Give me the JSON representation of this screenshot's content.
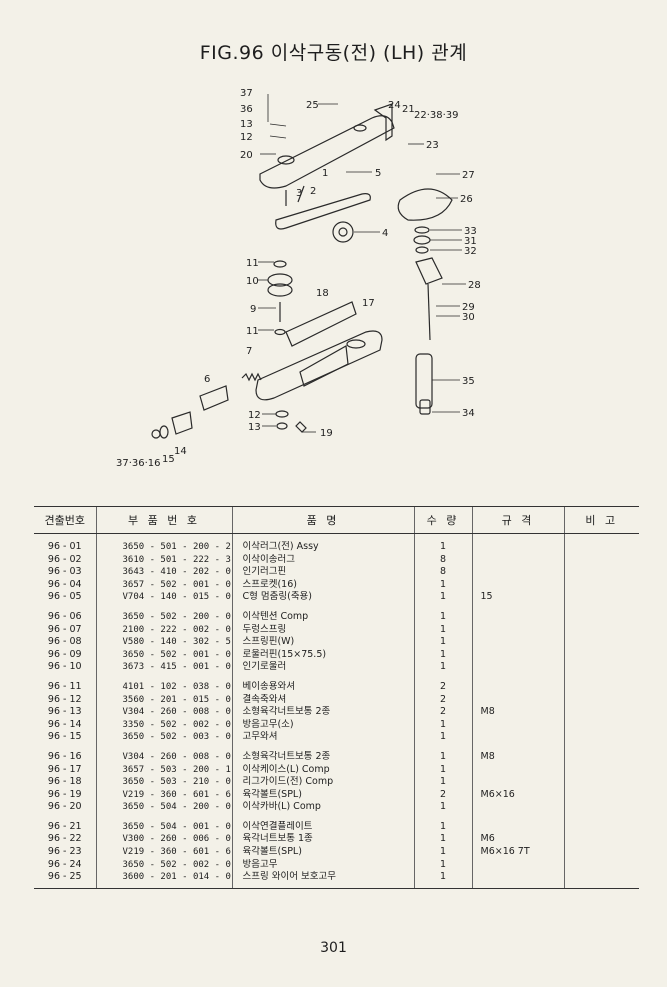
{
  "title": "FIG.96 이삭구동(전) (LH) 관계",
  "diagram": {
    "labels": [
      "37",
      "36",
      "13",
      "12",
      "20",
      "25",
      "24",
      "21",
      "22·38·39",
      "23",
      "5",
      "27",
      "26",
      "1",
      "3",
      "2",
      "4",
      "33",
      "31",
      "32",
      "11",
      "10",
      "28",
      "9",
      "18",
      "17",
      "29",
      "30",
      "11",
      "7",
      "6",
      "35",
      "12",
      "13",
      "19",
      "34",
      "37·36·16",
      "15",
      "14"
    ]
  },
  "table": {
    "headers": [
      "견출번호",
      "부 품 번 호",
      "품 명",
      "수 량",
      "규 격",
      "비 고"
    ],
    "groups": [
      [
        {
          "no": "96 - 01",
          "code": "3650 - 501 - 200 - 2",
          "name": "이삭러그(전) Assy",
          "qty": "1",
          "spec": ""
        },
        {
          "no": "96 - 02",
          "code": "3610 - 501 - 222 - 3",
          "name": "이삭이송러그",
          "qty": "8",
          "spec": ""
        },
        {
          "no": "96 - 03",
          "code": "3643 - 410 - 202 - 0",
          "name": "인기러그핀",
          "qty": "8",
          "spec": ""
        },
        {
          "no": "96 - 04",
          "code": "3657 - 502 - 001 - 0",
          "name": "스프로켓(16)",
          "qty": "1",
          "spec": ""
        },
        {
          "no": "96 - 05",
          "code": "V704 - 140 - 015 - 0",
          "name": "C형 멈춤링(축용)",
          "qty": "1",
          "spec": "15"
        }
      ],
      [
        {
          "no": "96 - 06",
          "code": "3650 - 502 - 200 - 0",
          "name": "이삭텐션 Comp",
          "qty": "1",
          "spec": ""
        },
        {
          "no": "96 - 07",
          "code": "2100 - 222 - 002 - 0",
          "name": "두렁스프링",
          "qty": "1",
          "spec": ""
        },
        {
          "no": "96 - 08",
          "code": "V580 - 140 - 302 - 5",
          "name": "스프링핀(W)",
          "qty": "1",
          "spec": ""
        },
        {
          "no": "96 - 09",
          "code": "3650 - 502 - 001 - 0",
          "name": "로울러핀(15×75.5)",
          "qty": "1",
          "spec": ""
        },
        {
          "no": "96 - 10",
          "code": "3673 - 415 - 001 - 0",
          "name": "인기로울러",
          "qty": "1",
          "spec": ""
        }
      ],
      [
        {
          "no": "96 - 11",
          "code": "4101 - 102 - 038 - 0",
          "name": "베이송용와셔",
          "qty": "2",
          "spec": ""
        },
        {
          "no": "96 - 12",
          "code": "3560 - 201 - 015 - 0",
          "name": "결속축와셔",
          "qty": "2",
          "spec": ""
        },
        {
          "no": "96 - 13",
          "code": "V304 - 260 - 008 - 0",
          "name": "소형육각너트보통 2종",
          "qty": "2",
          "spec": "M8"
        },
        {
          "no": "96 - 14",
          "code": "3350 - 502 - 002 - 0",
          "name": "방음고무(소)",
          "qty": "1",
          "spec": ""
        },
        {
          "no": "96 - 15",
          "code": "3650 - 502 - 003 - 0",
          "name": "고무와셔",
          "qty": "1",
          "spec": ""
        }
      ],
      [
        {
          "no": "96 - 16",
          "code": "V304 - 260 - 008 - 0",
          "name": "소형육각너트보통 2종",
          "qty": "1",
          "spec": "M8"
        },
        {
          "no": "96 - 17",
          "code": "3657 - 503 - 200 - 1",
          "name": "이삭케이스(L) Comp",
          "qty": "1",
          "spec": ""
        },
        {
          "no": "96 - 18",
          "code": "3650 - 503 - 210 - 0",
          "name": "리그가이드(전) Comp",
          "qty": "1",
          "spec": ""
        },
        {
          "no": "96 - 19",
          "code": "V219 - 360 - 601 - 6",
          "name": "육각볼트(SPL)",
          "qty": "2",
          "spec": "M6×16"
        },
        {
          "no": "96 - 20",
          "code": "3650 - 504 - 200 - 0",
          "name": "이삭카바(L) Comp",
          "qty": "1",
          "spec": ""
        }
      ],
      [
        {
          "no": "96 - 21",
          "code": "3650 - 504 - 001 - 0",
          "name": "이삭연결플레이트",
          "qty": "1",
          "spec": ""
        },
        {
          "no": "96 - 22",
          "code": "V300 - 260 - 006 - 0",
          "name": "육각너트보통 1종",
          "qty": "1",
          "spec": "M6"
        },
        {
          "no": "96 - 23",
          "code": "V219 - 360 - 601 - 6",
          "name": "육각볼트(SPL)",
          "qty": "1",
          "spec": "M6×16 7T"
        },
        {
          "no": "96 - 24",
          "code": "3650 - 502 - 002 - 0",
          "name": "방음고무",
          "qty": "1",
          "spec": ""
        },
        {
          "no": "96 - 25",
          "code": "3600 - 201 - 014 - 0",
          "name": "스프링 와이어 보호고무",
          "qty": "1",
          "spec": ""
        }
      ]
    ]
  },
  "page_number": "301"
}
